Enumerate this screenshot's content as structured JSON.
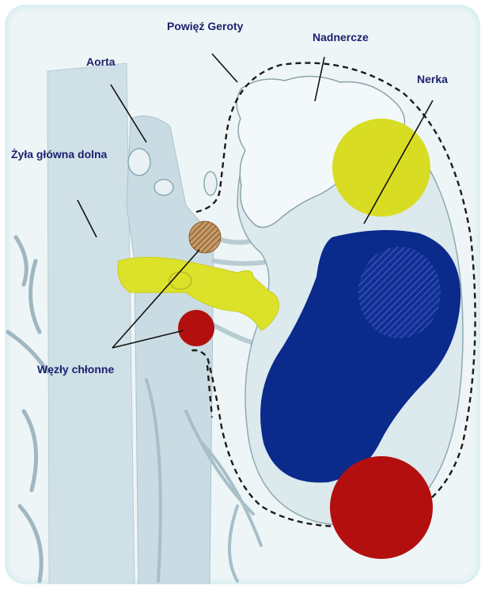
{
  "labels": {
    "gerota_fascia": "Powięź Geroty",
    "adrenal_gland": "Nadnercze",
    "aorta": "Aorta",
    "kidney": "Nerka",
    "inferior_vena_cava": "Żyła główna dolna",
    "lymph_nodes": "Węzły chłonne"
  },
  "colors": {
    "label_text": "#1a1f6e",
    "kidney_tumor": "#0a2a8c",
    "adrenal_tumor": "#d8dd24",
    "renal_vein_tumor": "#dce12a",
    "lymph_node_metastasis": "#b40f0f",
    "lymph_node_hatched": "#b07a48",
    "fascia_line": "#1b1b1b",
    "background": "#eef5f6"
  }
}
